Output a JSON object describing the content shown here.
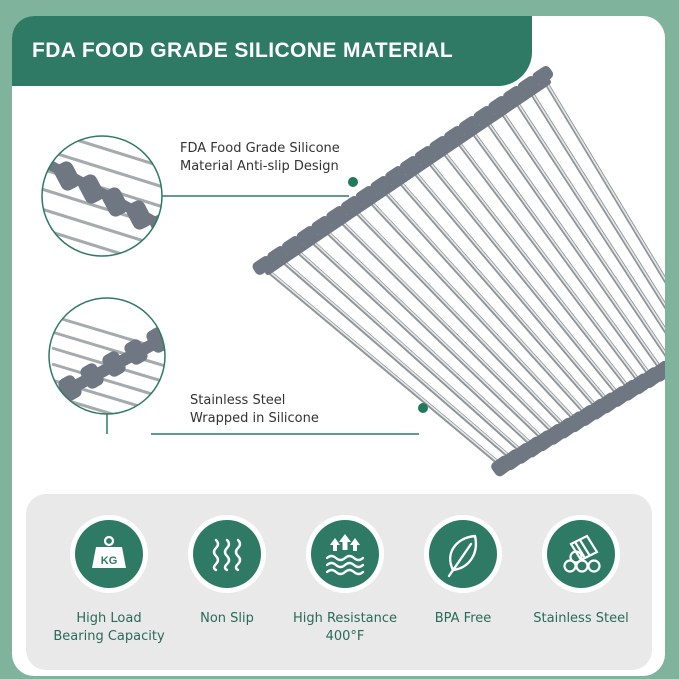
{
  "banner": {
    "title": "FDA FOOD GRADE SILICONE MATERIAL"
  },
  "callouts": [
    {
      "lines": [
        "FDA Food Grade Silicone",
        "Material Anti-slip Design"
      ]
    },
    {
      "lines": [
        "Stainless Steel",
        "Wrapped in Silicone"
      ]
    }
  ],
  "features": [
    {
      "icon": "weight-kg-icon",
      "badge": "KG",
      "lines": [
        "High Load",
        "Bearing Capacity"
      ]
    },
    {
      "icon": "non-slip-waves-icon",
      "lines": [
        "Non Slip"
      ]
    },
    {
      "icon": "heat-resistance-icon",
      "lines": [
        "High Resistance",
        "400°F"
      ]
    },
    {
      "icon": "leaf-icon",
      "lines": [
        "BPA Free"
      ]
    },
    {
      "icon": "steel-rods-icon",
      "lines": [
        "Stainless Steel"
      ]
    }
  ],
  "colors": {
    "brand": "#2e7a64",
    "background": "#7fb39b",
    "silicone": "#6f7782",
    "steel": "#c9ccce",
    "panel": "#e9e9e9"
  }
}
